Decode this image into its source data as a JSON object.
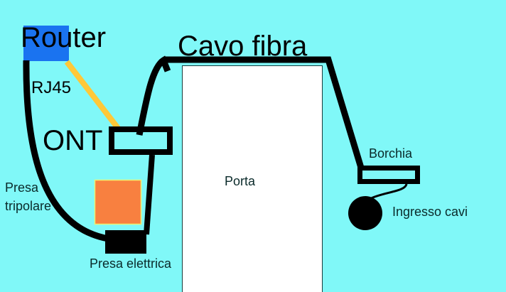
{
  "colors": {
    "background": "#80f8f8",
    "router": "#1a73f0",
    "rj45_cable": "#ffc838",
    "outlet_box": "#f88040",
    "door": "#ffffff",
    "cable": "#000000"
  },
  "labels": {
    "router": "Router",
    "rj45": "RJ45",
    "ont": "ONT",
    "fiber_cable": "Cavo fibra",
    "door": "Porta",
    "borchia": "Borchia",
    "cable_entry": "Ingresso cavi",
    "three_pin_socket_line1": "Presa",
    "three_pin_socket_line2": "tripolare",
    "electric_socket": "Presa elettrica"
  }
}
